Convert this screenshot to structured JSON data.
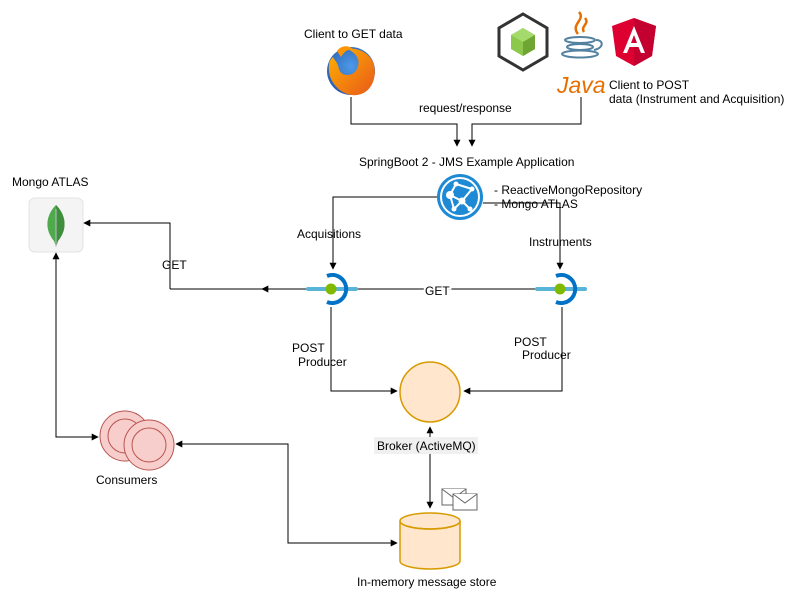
{
  "labels": {
    "client_get": "Client to GET data",
    "request_response": "request/response",
    "client_post_line1": "Client to POST",
    "client_post_line2": "data (Instrument and Acquisition)",
    "springboot_app": "SpringBoot 2 - JMS Example Application",
    "repo_line1": "- ReactiveMongoRepository",
    "repo_line2": "- Mongo ATLAS",
    "mongo_atlas": "Mongo ATLAS",
    "acquisitions": "Acquisitions",
    "instruments": "Instruments",
    "get_left": "GET",
    "get_middle": "GET",
    "post_left": "POST",
    "producer_left": "Producer",
    "post_right": "POST",
    "producer_right": "Producer",
    "broker": "Broker (ActiveMQ)",
    "consumers": "Consumers",
    "message_store": "In-memory message store",
    "java_logo": "Java"
  },
  "icons": {
    "firefox": "firefox-icon",
    "nodejs": "nodejs-icon",
    "java": "java-icon",
    "angular": "angular-icon",
    "app": "service-fabric-icon",
    "mongo": "mongodb-leaf-icon",
    "acquisitions_endpoint": "api-endpoint-icon",
    "instruments_endpoint": "api-endpoint-icon",
    "broker": "broker-circle",
    "consumers": "consumers-icon",
    "envelope": "envelope-icon",
    "store": "database-icon"
  },
  "colors": {
    "node": "#8CC84B",
    "angular": "#DD0031",
    "java_red": "#E76F00",
    "java_blue": "#5382A1",
    "azure": "#1E8AD6",
    "broker_fill": "#FFE6CC",
    "broker_stroke": "#D79B00",
    "store_fill": "#FFE6CC",
    "consumer_fill": "#F8CECC",
    "consumer_stroke": "#B85450",
    "mongo_green": "#4FA94D"
  }
}
